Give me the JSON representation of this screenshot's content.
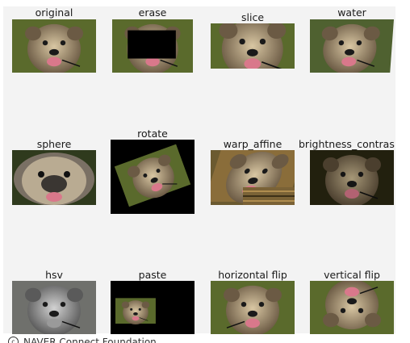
{
  "figure": {
    "panels": [
      {
        "title": "original",
        "effect": "none"
      },
      {
        "title": "erase",
        "effect": "erase"
      },
      {
        "title": "slice",
        "effect": "slice"
      },
      {
        "title": "water",
        "effect": "water"
      },
      {
        "title": "sphere",
        "effect": "sphere"
      },
      {
        "title": "rotate",
        "effect": "rotate"
      },
      {
        "title": "warp_affine",
        "effect": "warp"
      },
      {
        "title": "brightness_contras",
        "effect": "dark"
      },
      {
        "title": "hsv",
        "effect": "gray"
      },
      {
        "title": "paste",
        "effect": "paste"
      },
      {
        "title": "horizontal flip",
        "effect": "hflip"
      },
      {
        "title": "vertical flip",
        "effect": "vflip"
      }
    ]
  },
  "footer": {
    "copyright_text": "NAVER Connect Foundation"
  },
  "colors": {
    "panel_background": "#f3f3f3",
    "grass": "#5a6a2c",
    "fur": "#d9c7a3",
    "erase_block": "#000000"
  }
}
